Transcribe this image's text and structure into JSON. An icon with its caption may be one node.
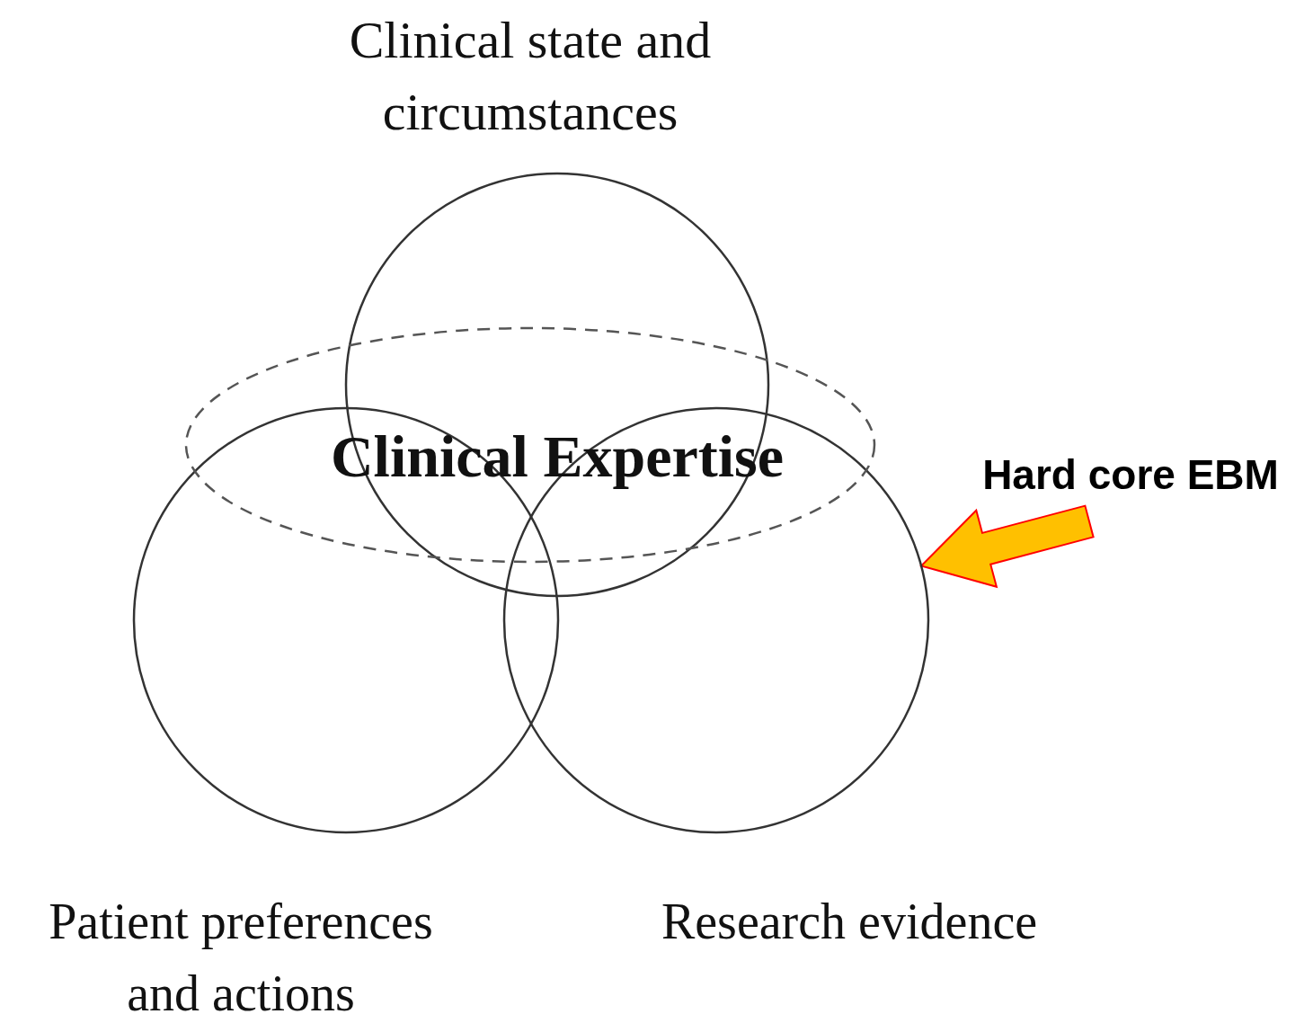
{
  "diagram": {
    "nodes": [
      {
        "text": [
          "Clinical state and circumstances"
        ]
      },
      {
        "text": [
          "Patient preferences and actions"
        ]
      },
      {
        "text": [
          "Research evidence"
        ]
      },
      {
        "text": [
          "Clinical Expertise"
        ]
      },
      {
        "text": [
          "Hard core EBM"
        ]
      }
    ],
    "edges": [
      {
        "from": 4,
        "to": 2,
        "arrow": "to",
        "style": "thick",
        "color": "#ffc000"
      }
    ]
  }
}
